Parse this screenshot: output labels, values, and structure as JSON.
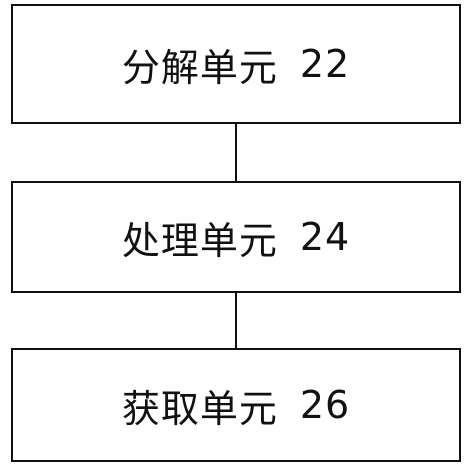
{
  "diagram": {
    "units": [
      {
        "name": "分解单元",
        "number": "22"
      },
      {
        "name": "处理单元",
        "number": "24"
      },
      {
        "name": "获取单元",
        "number": "26"
      }
    ]
  }
}
